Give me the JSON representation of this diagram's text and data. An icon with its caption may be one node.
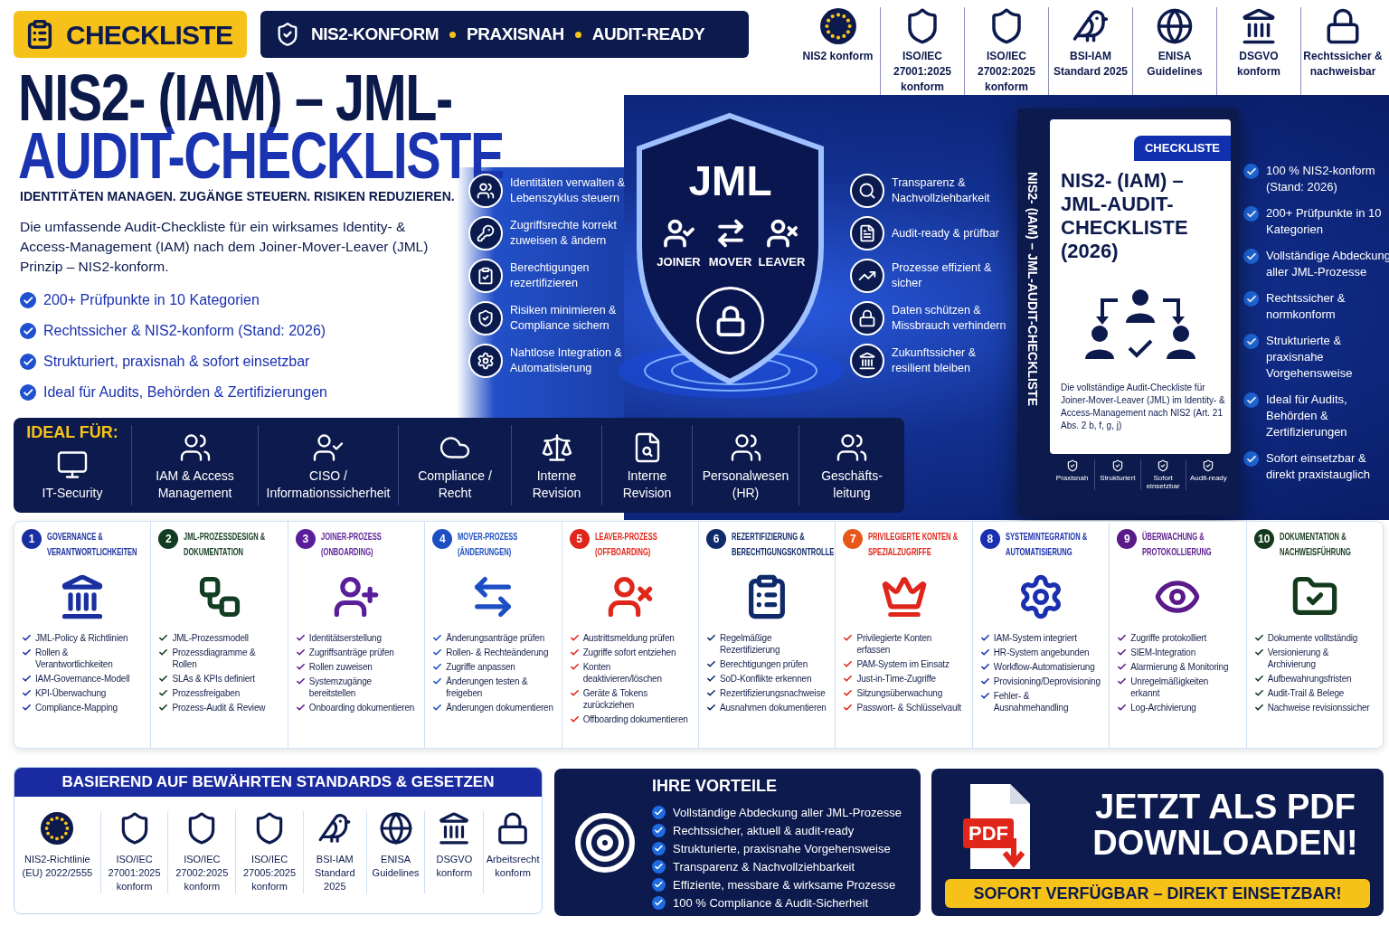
{
  "diagram": {
    "title": "NIS2- (IAM) – JML-AUDIT-CHECKLISTE",
    "nodes": [
      {
        "text": [
          "CHECKLISTE"
        ]
      },
      {
        "text": [
          "NIS2-KONFORM",
          "PRAXISNAH",
          "AUDIT-READY"
        ]
      },
      {
        "text": [
          "JML",
          "JOINER",
          "MOVER",
          "LEAVER"
        ]
      },
      {
        "text": [
          "NIS2- (IAM) – JML-AUDIT-CHECKLISTE",
          "CHECKLISTE",
          "NIS2- (IAM) – JML-AUDIT-CHECKLISTE (2026)",
          "Die vollständige Audit-Checkliste für Joiner-Mover-Leaver (JML) im Identity- & Access-Management nach NIS2 (Art. 21 Abs. 2 b, f, g, j)",
          "Praxisnah",
          "Strukturiert",
          "Sofort einsetzbar",
          "Audit-ready"
        ]
      },
      {
        "text": [
          "IDEAL FÜR:",
          "IT-Security",
          "IAM & Access Management",
          "CISO / Informationssicherheit",
          "Compliance / Recht",
          "Interne Revision",
          "Interne Revision",
          "Personalwesen (HR)",
          "Geschäfts- leitung"
        ]
      },
      {
        "text": [],
        "shape": "box"
      },
      {
        "text": [
          "1",
          "GOVERNANCE & VERANTWORTLICHKEITEN",
          "JML-Policy & Richtlinien",
          "Rollen & Verantwortlichkeiten",
          "IAM-Governance-Modell",
          "KPI-Überwachung",
          "Compliance-Mapping"
        ],
        "in": 5
      },
      {
        "text": [
          "2",
          "JML-PROZESSDESIGN & DOKUMENTATION",
          "JML-Prozessmodell",
          "Prozessdiagramme & Rollen",
          "SLAs & KPIs definiert",
          "Prozessfreigaben",
          "Prozess-Audit & Review"
        ],
        "in": 5
      },
      {
        "text": [
          "3",
          "JOINER-PROZESS (ONBOARDING)",
          "Identitätserstellung",
          "Zugriffsanträge prüfen",
          "Rollen zuweisen",
          "Systemzugänge bereitstellen",
          "Onboarding dokumentieren"
        ],
        "in": 5
      },
      {
        "text": [
          "4",
          "MOVER-PROZESS (ÄNDERUNGEN)",
          "Änderungsanträge prüfen",
          "Rollen- & Rechteänderung",
          "Zugriffe anpassen",
          "Änderungen testen & freigeben",
          "Änderungen dokumentieren"
        ],
        "in": 5
      },
      {
        "text": [
          "5",
          "LEAVER-PROZESS (OFFBOARDING)",
          "Austrittsmeldung prüfen",
          "Zugriffe sofort entziehen",
          "Konten deaktivieren/löschen",
          "Geräte & Tokens zurückziehen",
          "Offboarding dokumentieren"
        ],
        "in": 5
      },
      {
        "text": [
          "6",
          "REZERTIFIZIERUNG & BERECHTIGUNGSKONTROLLE",
          "Regelmäßige Rezertifizierung",
          "Berechtigungen prüfen",
          "SoD-Konflikte erkennen",
          "Rezertifizierungsnachweise",
          "Ausnahmen dokumentieren"
        ],
        "in": 5
      },
      {
        "text": [
          "7",
          "PRIVILEGIERTE KONTEN & SPEZIALZUGRIFFE",
          "Privilegierte Konten erfassen",
          "PAM-System im Einsatz",
          "Just-in-Time-Zugriffe",
          "Sitzungsüberwachung",
          "Passwort- & Schlüsselvault"
        ],
        "in": 5
      },
      {
        "text": [
          "8",
          "SYSTEMINTEGRATION & AUTOMATISIERUNG",
          "IAM-System integriert",
          "HR-System angebunden",
          "Workflow-Automatisierung",
          "Provisioning/Deprovisioning",
          "Fehler- & Ausnahmehandling"
        ],
        "in": 5
      },
      {
        "text": [
          "9",
          "ÜBERWACHUNG & PROTOKOLLIERUNG",
          "Zugriffe protokolliert",
          "SIEM-Integration",
          "Alarmierung & Monitoring",
          "Unregelmäßigkeiten erkannt",
          "Log-Archivierung"
        ],
        "in": 5
      },
      {
        "text": [
          "10",
          "DOKUMENTATION & NACHWEISFÜHRUNG",
          "Dokumente volltständig",
          "Versionierung & Archivierung",
          "Aufbewahrungsfristen",
          "Audit-Trail & Belege",
          "Nachweise revisionssicher"
        ],
        "in": 5
      },
      {
        "text": [
          "BASIEREND AUF BEWÄHRTEN STANDARDS & GESETZEN",
          "NIS2-Richtlinie (EU) 2022/2555",
          "ISO/IEC 27001:2025 konform",
          "ISO/IEC 27002:2025 konform",
          "ISO/IEC 27005:2025 konform",
          "BSI-IAM Standard 2025",
          "ENISA Guidelines",
          "DSGVO konform",
          "Arbeitsrecht konform"
        ]
      },
      {
        "text": [
          "IHRE VORTEILE",
          "Vollständige Abdeckung aller JML-Prozesse",
          "Rechtssicher, aktuell & audit-ready",
          "Strukturierte, praxisnahe Vorgehensweise",
          "Transparenz & Nachvollziehbarkeit",
          "Effiziente, messbare & wirksame Prozesse",
          "100 % Compliance & Audit-Sicherheit"
        ]
      },
      {
        "text": [
          "PDF",
          "JETZT ALS PDF DOWNLOADEN!"
        ]
      },
      {
        "text": [
          "SOFORT VERFÜGBAR – DIREKT EINSETZBAR!"
        ],
        "in": 18
      }
    ],
    "labels": [
      "IDENTITÄTEN MANAGEN. ZUGÄNGE STEUERN. RISIKEN REDUZIEREN.",
      "Die umfassende Audit-Checkliste für ein wirksames Identity- & Access-Management (IAM) nach dem Joiner-Mover-Leaver (JML) Prinzip – NIS2-konform.",
      "200+ Prüfpunkte in 10 Kategorien",
      "Rechtssicher & NIS2-konform (Stand: 2026)",
      "Strukturiert, praxisnah & sofort einsetzbar",
      "Ideal für Audits, Behörden & Zertifizierungen",
      "NIS2 konform",
      "ISO/IEC 27001:2025 konform",
      "ISO/IEC 27002:2025 konform",
      "BSI-IAM Standard 2025",
      "ENISA Guidelines",
      "DSGVO konform",
      "Rechtssicher & nachweisbar",
      "Identitäten verwalten & Lebenszyklus steuern",
      "Zugriffsrechte korrekt zuweisen & ändern",
      "Berechtigungen rezertifizieren",
      "Risiken minimieren & Compliance sichern",
      "Nahtlose Integration & Automatisierung",
      "Transparenz & Nachvollziehbarkeit",
      "Audit-ready & prüfbar",
      "Prozesse effizient & sicher",
      "Daten schützen & Missbrauch verhindern",
      "Zukunftssicher & resilient bleiben",
      "100 % NIS2-konform (Stand: 2026)",
      "200+ Prüfpunkte in 10 Kategorien",
      "Vollständige Abdeckung aller JML-Prozesse",
      "Rechtssicher & normkonform",
      "Strukturierte & praxisnahe Vorgehensweise",
      "Ideal für Audits, Behörden & Zertifizierungen",
      "Sofort einsetzbar & direkt praxistauglich"
    ]
  }
}
